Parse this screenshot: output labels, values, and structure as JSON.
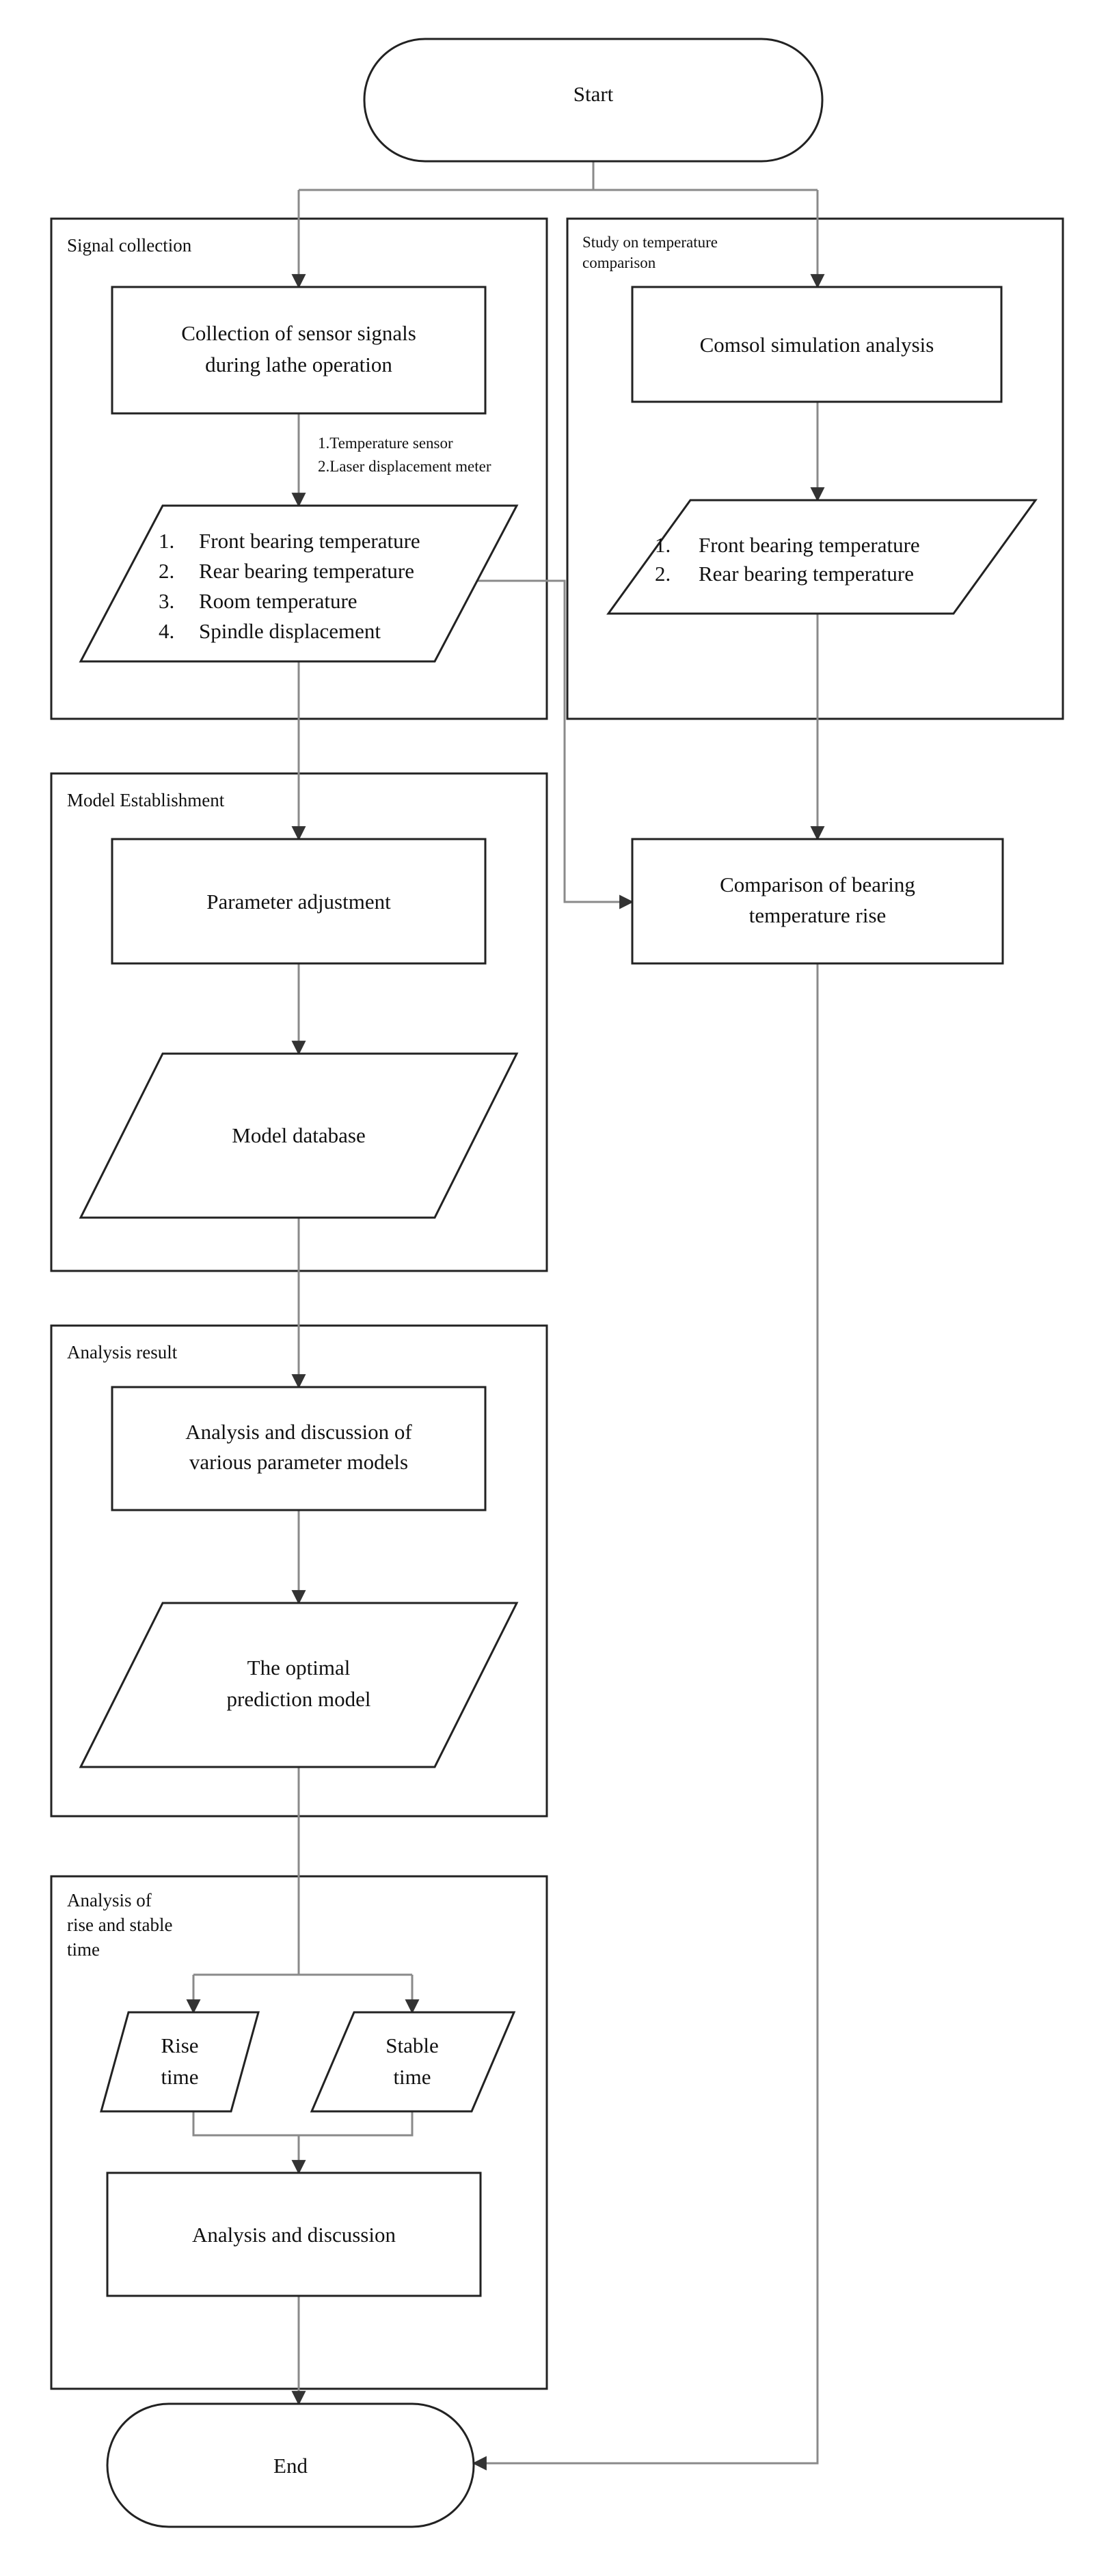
{
  "nodes": {
    "start": "Start",
    "end": "End",
    "collection": [
      "Collection of sensor signals",
      "during lathe operation"
    ],
    "sensor_note": [
      "1.Temperature sensor",
      "2.Laser displacement meter"
    ],
    "measured_list": [
      "Front bearing temperature",
      "Rear bearing temperature",
      "Room temperature",
      "Spindle displacement"
    ],
    "comsol": "Comsol simulation analysis",
    "sim_list": [
      "Front bearing temperature",
      "Rear bearing temperature"
    ],
    "comparison": [
      "Comparison of bearing",
      "temperature rise"
    ],
    "param_adjust": "Parameter adjustment",
    "model_db": "Model database",
    "analysis_models": [
      "Analysis and discussion of",
      "various parameter models"
    ],
    "optimal_model": [
      "The optimal",
      "prediction model"
    ],
    "rise_time": [
      "Rise",
      "time"
    ],
    "stable_time": [
      "Stable",
      "time"
    ],
    "analysis_discussion": "Analysis and discussion"
  },
  "groups": {
    "signal_collection": [
      "Signal collection"
    ],
    "temp_comparison": [
      "Study on temperature",
      "comparison"
    ],
    "model_establishment": [
      "Model Establishment"
    ],
    "analysis_result": [
      "Analysis result"
    ],
    "rise_stable": [
      "Analysis of",
      "rise and stable",
      "time"
    ]
  },
  "colors": {
    "stroke": "#222222",
    "connector": "#8a8a8a",
    "text": "#111111",
    "background": "#ffffff"
  }
}
